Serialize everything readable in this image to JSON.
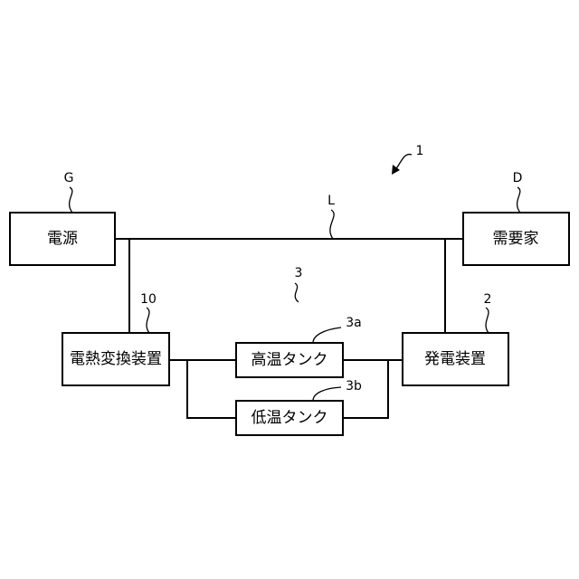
{
  "system_ref": "1",
  "blocks": {
    "power_source": {
      "label": "電源",
      "ref": "G"
    },
    "consumer": {
      "label": "需要家",
      "ref": "D"
    },
    "converter": {
      "label": "電熱変換装置",
      "ref": "10"
    },
    "generator": {
      "label": "発電装置",
      "ref": "2"
    },
    "high_temp_tank": {
      "label": "高温タンク",
      "ref": "3a"
    },
    "low_temp_tank": {
      "label": "低温タンク",
      "ref": "3b"
    }
  },
  "line_ref": "L",
  "storage_ref": "3"
}
